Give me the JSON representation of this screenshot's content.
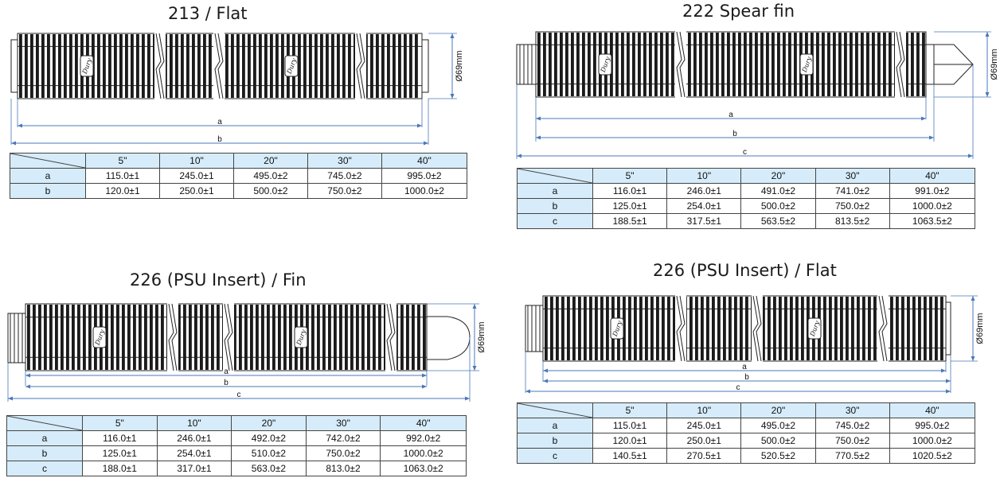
{
  "panels": [
    {
      "title": "213 / Flat",
      "diameter": "Ø69mm",
      "dims": [
        "a",
        "b"
      ],
      "logo": "Dury",
      "columns": [
        "5\"",
        "10\"",
        "20\"",
        "30\"",
        "40\""
      ],
      "rows": [
        {
          "label": "a",
          "values": [
            "115.0±1",
            "245.0±1",
            "495.0±2",
            "745.0±2",
            "995.0±2"
          ]
        },
        {
          "label": "b",
          "values": [
            "120.0±1",
            "250.0±1",
            "500.0±2",
            "750.0±2",
            "1000.0±2"
          ]
        }
      ]
    },
    {
      "title": "222 Spear fin",
      "diameter": "Ø69mm",
      "dims": [
        "a",
        "b",
        "c"
      ],
      "logo": "Dury",
      "columns": [
        "5\"",
        "10\"",
        "20\"",
        "30\"",
        "40\""
      ],
      "rows": [
        {
          "label": "a",
          "values": [
            "116.0±1",
            "246.0±1",
            "491.0±2",
            "741.0±2",
            "991.0±2"
          ]
        },
        {
          "label": "b",
          "values": [
            "125.0±1",
            "254.0±1",
            "500.0±2",
            "750.0±2",
            "1000.0±2"
          ]
        },
        {
          "label": "c",
          "values": [
            "188.5±1",
            "317.5±1",
            "563.5±2",
            "813.5±2",
            "1063.5±2"
          ]
        }
      ]
    },
    {
      "title": "226 (PSU Insert) / Fin",
      "diameter": "Ø69mm",
      "dims": [
        "a",
        "b",
        "c"
      ],
      "logo": "Dury",
      "columns": [
        "5\"",
        "10\"",
        "20\"",
        "30\"",
        "40\""
      ],
      "rows": [
        {
          "label": "a",
          "values": [
            "116.0±1",
            "246.0±1",
            "492.0±2",
            "742.0±2",
            "992.0±2"
          ]
        },
        {
          "label": "b",
          "values": [
            "125.0±1",
            "254.0±1",
            "510.0±2",
            "750.0±2",
            "1000.0±2"
          ]
        },
        {
          "label": "c",
          "values": [
            "188.0±1",
            "317.0±1",
            "563.0±2",
            "813.0±2",
            "1063.0±2"
          ]
        }
      ]
    },
    {
      "title": "226 (PSU Insert) / Flat",
      "diameter": "Ø69mm",
      "dims": [
        "a",
        "b",
        "c"
      ],
      "logo": "Dury",
      "columns": [
        "5\"",
        "10\"",
        "20\"",
        "30\"",
        "40\""
      ],
      "rows": [
        {
          "label": "a",
          "values": [
            "115.0±1",
            "245.0±1",
            "495.0±2",
            "745.0±2",
            "995.0±2"
          ]
        },
        {
          "label": "b",
          "values": [
            "120.0±1",
            "250.0±1",
            "500.0±2",
            "750.0±2",
            "1000.0±2"
          ]
        },
        {
          "label": "c",
          "values": [
            "140.5±1",
            "270.5±1",
            "520.5±2",
            "770.5±2",
            "1020.5±2"
          ]
        }
      ]
    }
  ],
  "colors": {
    "dimension": "#4a78b8",
    "header_fill": "#d6ecfa",
    "pleat": "#1b1b1b"
  }
}
